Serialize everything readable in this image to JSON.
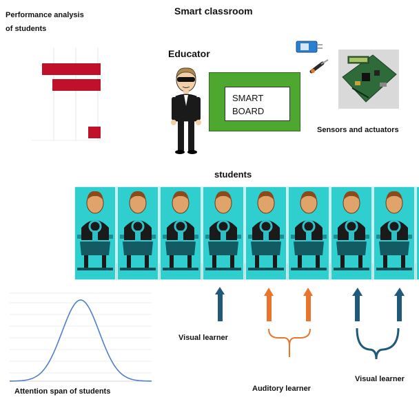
{
  "title": "Smart classroom",
  "performance": {
    "title_line1": "Performance analysis",
    "title_line2": "of students",
    "bar_color": "#c0102a",
    "bars": [
      {
        "start": 0.15,
        "end": 1.0
      },
      {
        "start": 0.3,
        "end": 1.0
      },
      {
        "start": 0.82,
        "end": 1.0
      }
    ]
  },
  "educator": {
    "label": "Educator"
  },
  "smart_board": {
    "line1": "SMART",
    "line2": "BOARD",
    "frame_color": "#4ea72e"
  },
  "sensors": {
    "label": "Sensors and actuators"
  },
  "students": {
    "label": "students",
    "count": 9,
    "background_color": "#29c4c4"
  },
  "learners": {
    "visual_left": "Visual learner",
    "auditory": "Auditory learner",
    "visual_right": "Visual learner",
    "visual_color": "#1f5a7a",
    "auditory_color": "#e8752b"
  },
  "attention": {
    "label": "Attention span of students",
    "curve_color": "#4f7fcb"
  }
}
